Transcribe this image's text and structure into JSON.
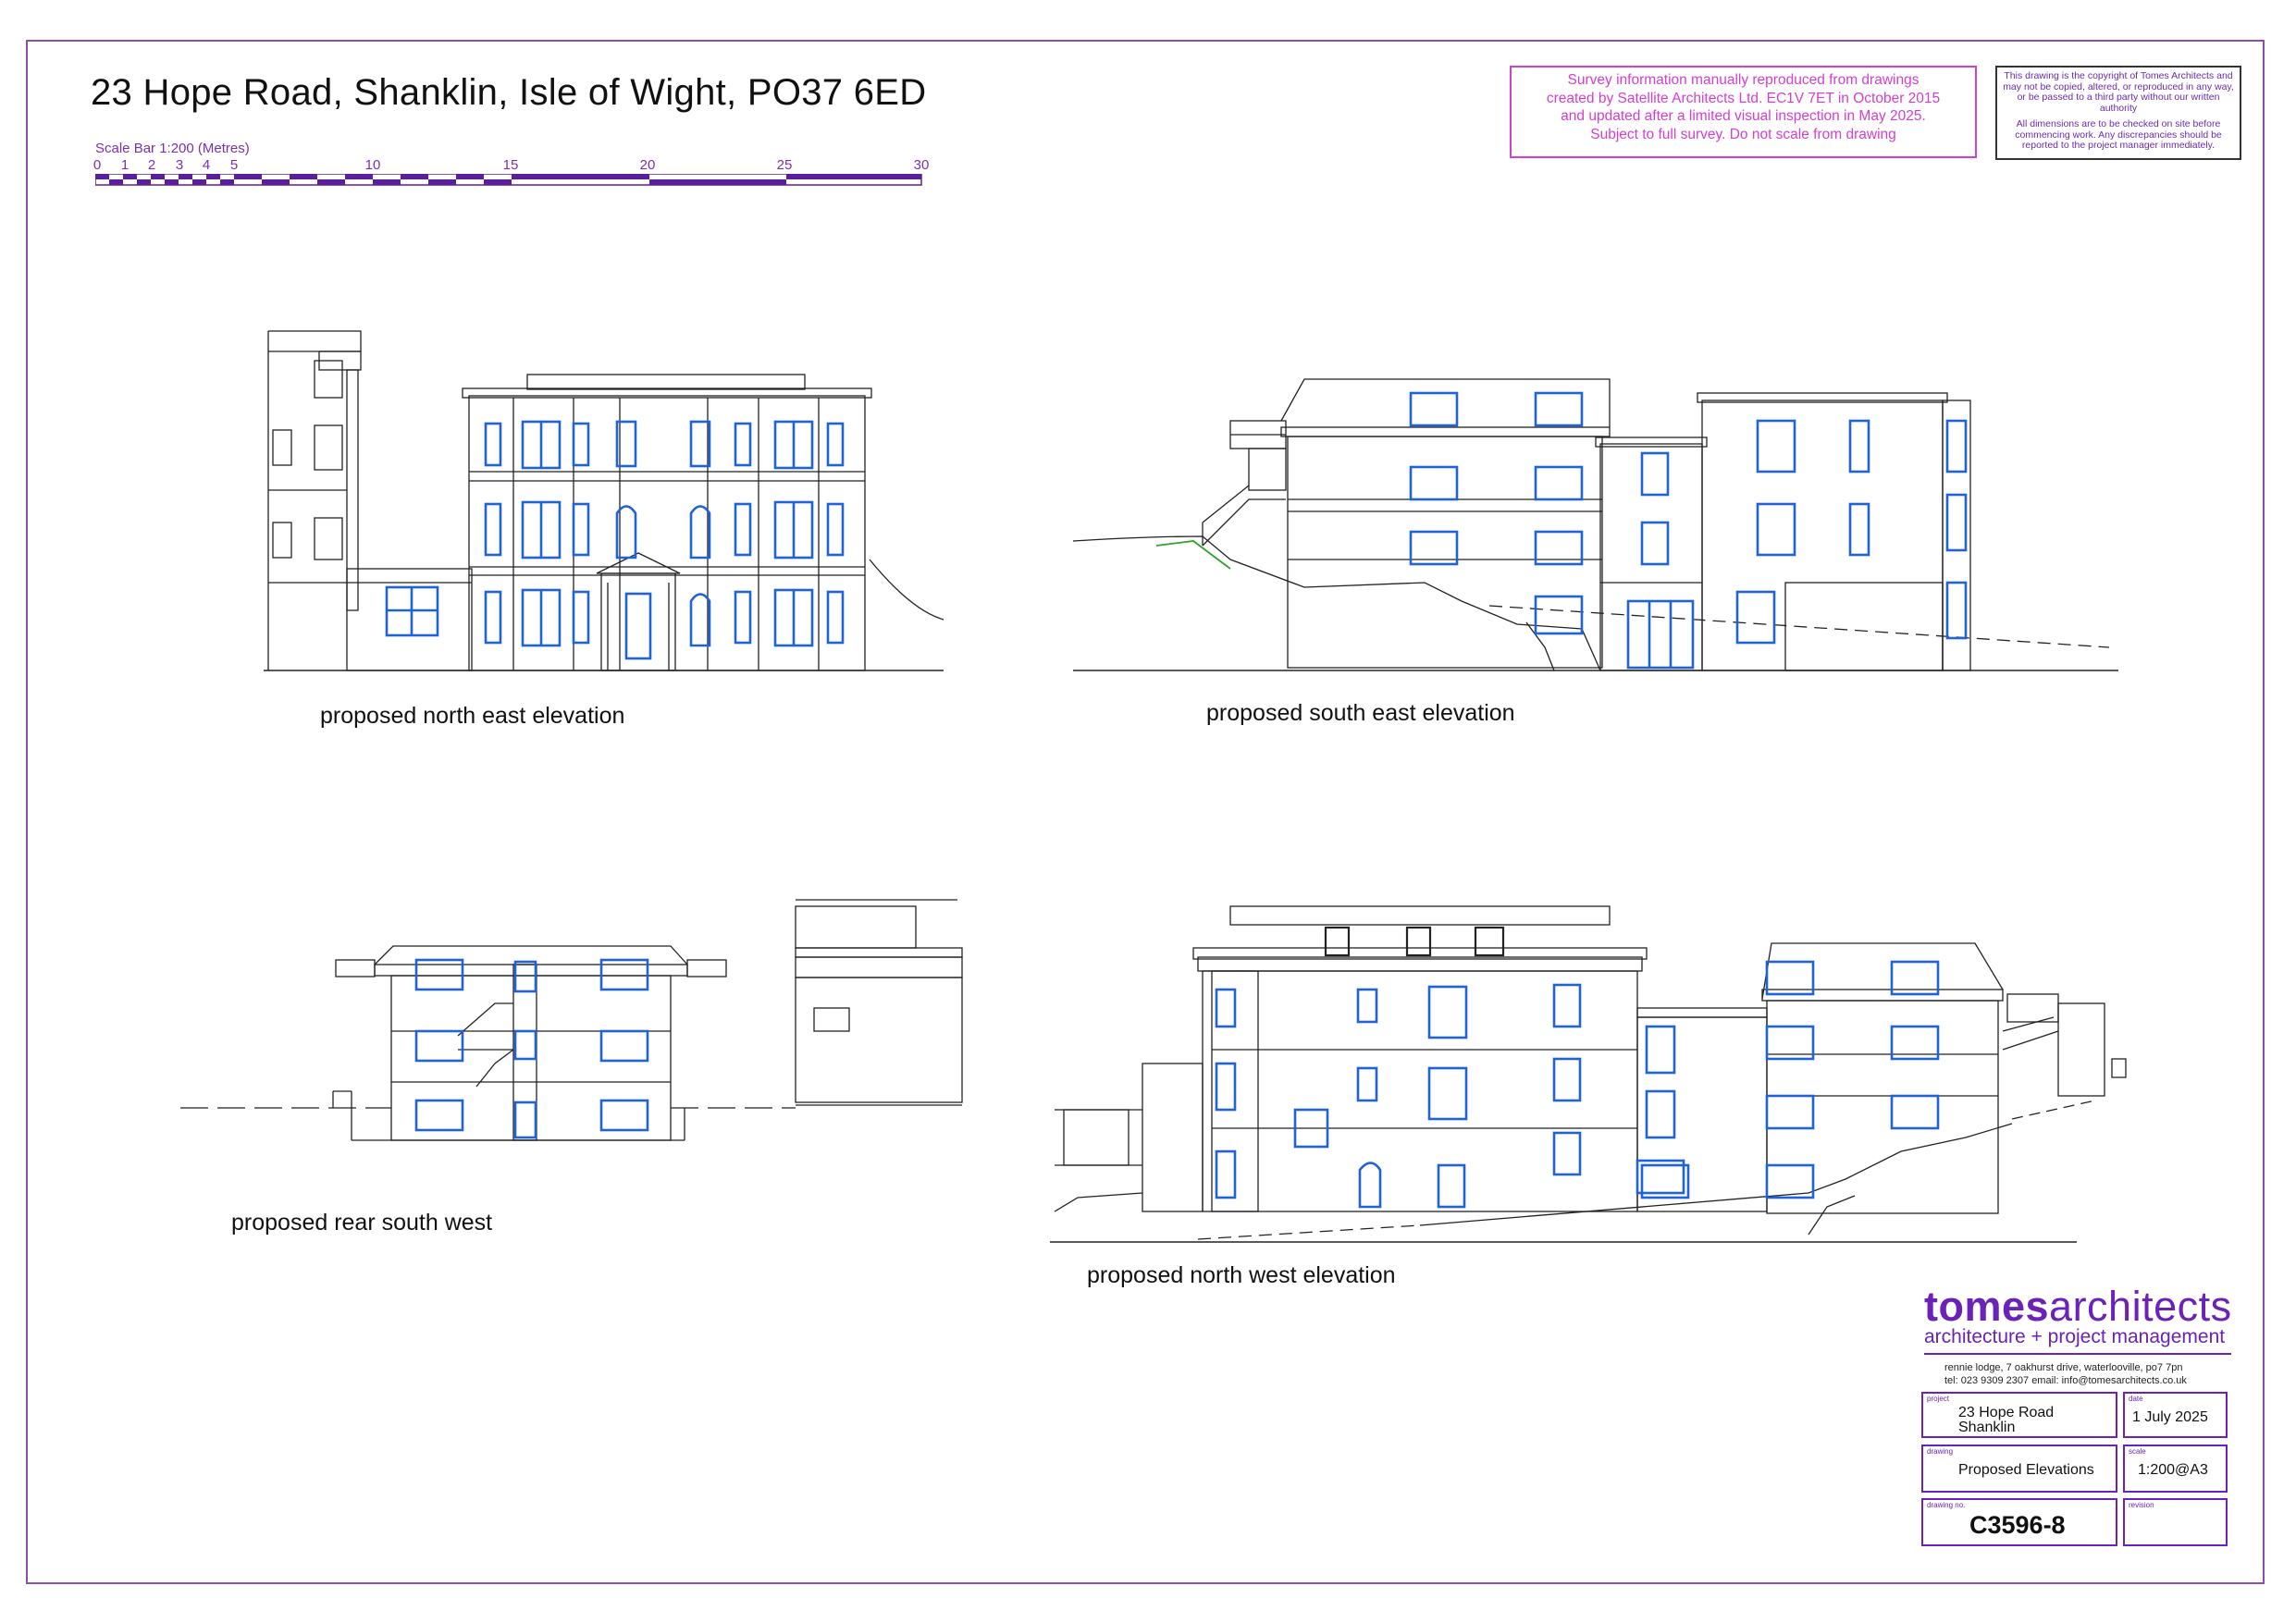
{
  "title": "23 Hope Road, Shanklin, Isle of Wight, PO37 6ED",
  "scale_bar": {
    "label": "Scale Bar 1:200 (Metres)",
    "ticks": [
      "0",
      "1",
      "2",
      "3",
      "4",
      "5",
      "10",
      "15",
      "20",
      "25",
      "30"
    ]
  },
  "survey_note": {
    "line1": "Survey information manually reproduced from drawings",
    "line2": "created by Satellite Architects Ltd. EC1V 7ET in October 2015",
    "line3": "and updated after a limited visual inspection in May 2025.",
    "line4": "Subject to full survey. Do not scale from drawing"
  },
  "copyright_note": {
    "para1": "This drawing is the copyright of Tomes Architects and may not be copied, altered, or reproduced in any way, or be passed to a third party without our written authority",
    "para2": "All dimensions are to be checked on site before commencing work. Any discrepancies should be reported to the project manager immediately."
  },
  "elevations": {
    "north_east": "proposed north east elevation",
    "south_east": "proposed south east elevation",
    "rear_south_west": "proposed rear south west",
    "north_west": "proposed north west elevation"
  },
  "brand": {
    "name_bold": "tomes",
    "name_regular": "architects",
    "tagline": "architecture + project management",
    "address": "rennie lodge, 7 oakhurst drive, waterlooville, po7 7pn",
    "contact": "tel: 023 9309 2307  email: info@tomesarchitects.co.uk"
  },
  "title_block": {
    "project_caption": "project",
    "project_line1": "23 Hope Road",
    "project_line2": "Shanklin",
    "date_caption": "date",
    "date": "1 July 2025",
    "drawing_caption": "drawing",
    "drawing": "Proposed Elevations",
    "scale_caption": "scale",
    "scale": "1:200@A3",
    "number_caption": "drawing no.",
    "number": "C3596-8",
    "revision_caption": "revision",
    "revision": ""
  },
  "colors": {
    "frame": "#8a4fae",
    "brand": "#6a22b8",
    "survey": "#d43fd0",
    "window": "#1f63d6",
    "line": "#222222",
    "landscape": "#33a02c"
  }
}
